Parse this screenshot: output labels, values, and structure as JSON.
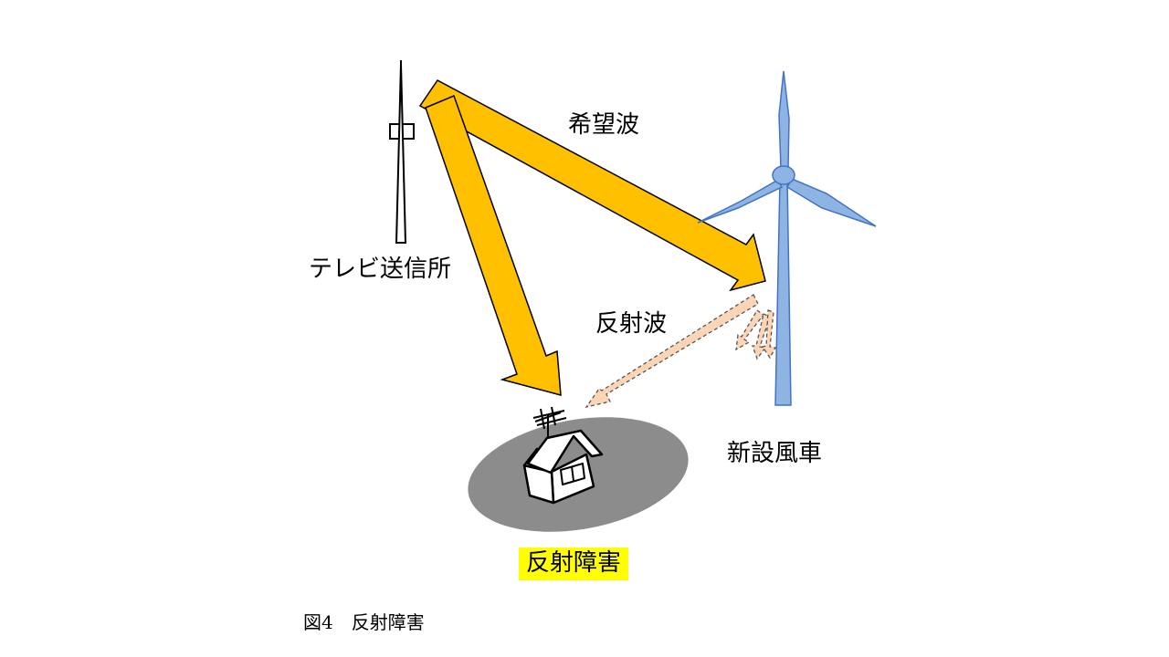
{
  "labels": {
    "tv_tower": "テレビ送信所",
    "desired_wave": "希望波",
    "reflected_wave": "反射波",
    "new_windmill": "新設風車",
    "reflection_interference": "反射障害"
  },
  "caption": "図4　反射障害",
  "colors": {
    "arrow_fill": "#FFC000",
    "reflected_fill": "#FBD5B5",
    "windmill_fill": "#8DB4E2",
    "windmill_stroke": "#4472C4",
    "shadow_fill": "#8C8C8C",
    "highlight": "#FFFF00"
  }
}
